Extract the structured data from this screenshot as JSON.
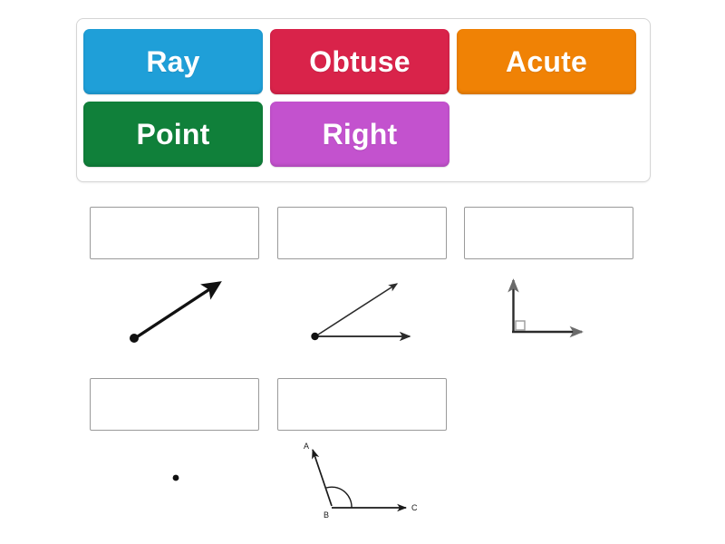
{
  "page": {
    "background": "#ffffff",
    "activity_type": "match-up-drag-and-drop",
    "topic": "Geometry terms"
  },
  "word_bank": {
    "border_color": "#d5d5d5",
    "background": "#ffffff",
    "rows": [
      [
        {
          "label": "Ray",
          "color": "#1f9fd8",
          "name": "word-tile-ray"
        },
        {
          "label": "Obtuse",
          "color": "#d9234a",
          "name": "word-tile-obtuse"
        },
        {
          "label": "Acute",
          "color": "#f08205",
          "name": "word-tile-acute"
        }
      ],
      [
        {
          "label": "Point",
          "color": "#10803a",
          "name": "word-tile-point"
        },
        {
          "label": "Right",
          "color": "#c352ce",
          "name": "word-tile-right"
        }
      ]
    ]
  },
  "questions": [
    {
      "name": "drop-zone-1",
      "answer_value": "",
      "diagram": "ray",
      "diagram_description": "Ray: thick arrow starting at a filled point going up and to the right"
    },
    {
      "name": "drop-zone-2",
      "answer_value": "",
      "diagram": "acute-angle",
      "diagram_description": "Acute angle: two rays from a common point, one horizontal and one sloping up-right"
    },
    {
      "name": "drop-zone-3",
      "answer_value": "",
      "diagram": "right-angle",
      "diagram_description": "Right angle: vertical ray and horizontal ray meeting with a small square corner marker"
    },
    {
      "name": "drop-zone-4",
      "answer_value": "",
      "diagram": "point",
      "diagram_description": "Point: a single small filled dot"
    },
    {
      "name": "drop-zone-5",
      "answer_value": "",
      "diagram": "obtuse-angle",
      "diagram_description": "Obtuse angle ABC: ray BA up-left and ray BC to the right with an arc at vertex B",
      "labels": {
        "a": "A",
        "b": "B",
        "c": "C"
      }
    }
  ],
  "colors": {
    "diagram_stroke": "#1a1a1a",
    "diagram_stroke_light": "#4a4a4a",
    "drop_zone_border": "#9a9a9a"
  }
}
